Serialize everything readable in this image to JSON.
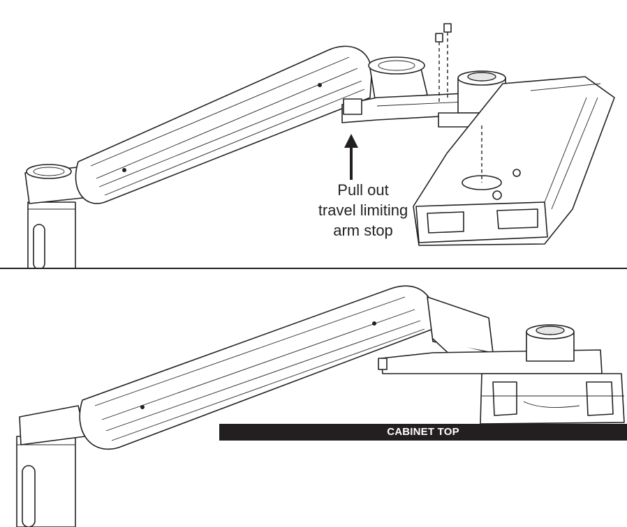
{
  "top_panel": {
    "callout_lines": [
      "Pull out",
      "travel limiting",
      "arm stop"
    ]
  },
  "bottom_panel": {
    "surface_label": "CABINET TOP"
  },
  "colors": {
    "line": "#231f20",
    "label_bar": "#231f20",
    "label_text": "#ffffff",
    "background": "#ffffff"
  }
}
